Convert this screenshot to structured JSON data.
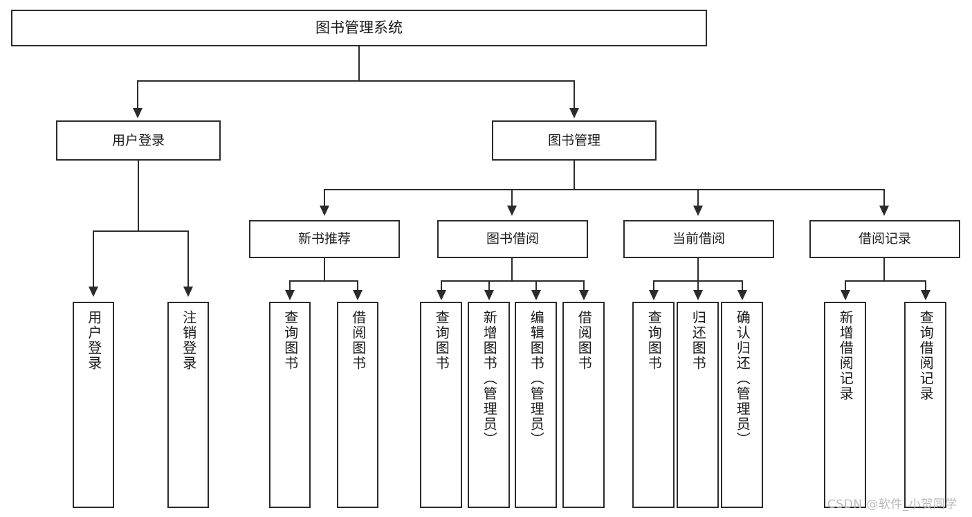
{
  "diagram": {
    "title": "图书管理系统",
    "type": "hierarchy-tree",
    "watermark": "CSDN @软件_小贺同学",
    "colors": {
      "background": "#ffffff",
      "box_border": "#2b2b2b",
      "box_fill": "#ffffff",
      "text": "#1a1a1a",
      "connector": "#2b2b2b",
      "watermark": "#b9b9b9"
    },
    "root": {
      "label": "图书管理系统"
    },
    "level1": [
      {
        "label": "用户登录"
      },
      {
        "label": "图书管理"
      }
    ],
    "level2": [
      {
        "label": "新书推荐"
      },
      {
        "label": "图书借阅"
      },
      {
        "label": "当前借阅"
      },
      {
        "label": "借阅记录"
      }
    ],
    "leaves": {
      "user_login": [
        {
          "label": "用户登录"
        },
        {
          "label": "注销登录"
        }
      ],
      "new_book_recommend": [
        {
          "label": "查询图书"
        },
        {
          "label": "借阅图书"
        }
      ],
      "book_borrow": [
        {
          "label": "查询图书"
        },
        {
          "label": "新增图书（管理员）"
        },
        {
          "label": "编辑图书（管理员）"
        },
        {
          "label": "借阅图书"
        }
      ],
      "current_borrow": [
        {
          "label": "查询图书"
        },
        {
          "label": "归还图书"
        },
        {
          "label": "确认归还（管理员）"
        }
      ],
      "borrow_record": [
        {
          "label": "新增借阅记录"
        },
        {
          "label": "查询借阅记录"
        }
      ]
    }
  }
}
